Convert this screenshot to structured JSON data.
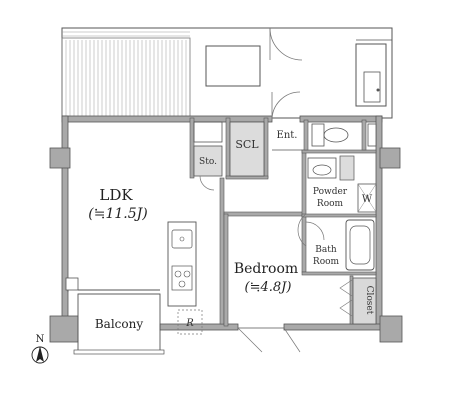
{
  "rooms": {
    "ldk": {
      "name": "LDK",
      "size": "(≒11.5J)"
    },
    "bedroom": {
      "name": "Bedroom",
      "size": "(≒4.8J)"
    },
    "balcony": {
      "name": "Balcony"
    },
    "scl": {
      "name": "SCL"
    },
    "storage": {
      "name": "Sto."
    },
    "entrance": {
      "name": "Ent."
    },
    "powder": {
      "line1": "Powder",
      "line2": "Room"
    },
    "washer": {
      "name": "W"
    },
    "bath": {
      "line1": "Bath",
      "line2": "Room"
    },
    "closet": {
      "name": "Closet"
    },
    "fridge": {
      "name": "R"
    }
  },
  "compass": {
    "label": "N"
  },
  "colors": {
    "wall": "#a9a9a9",
    "line": "#555555",
    "storage_fill": "#dcdcdc",
    "closet_fill": "#d9d9d9"
  }
}
